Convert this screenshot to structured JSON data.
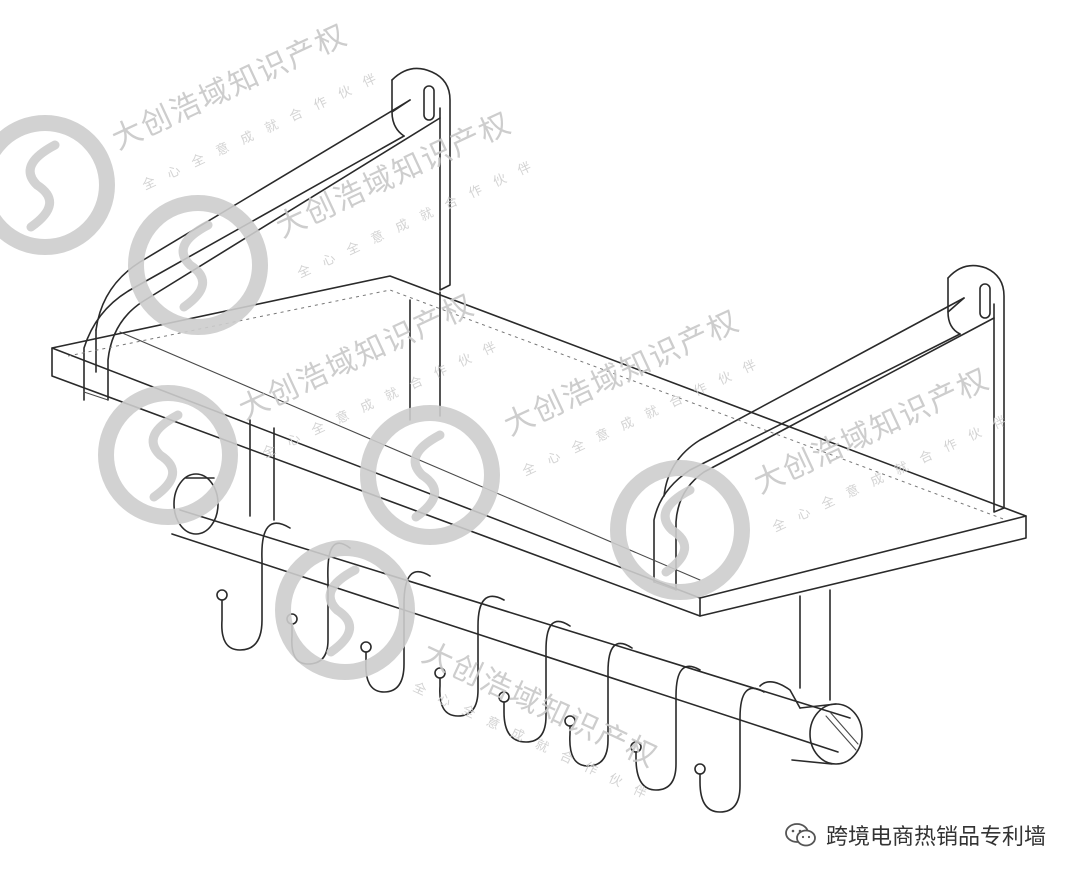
{
  "watermark": {
    "text": "大创浩域知识产权",
    "subtext": "全心全意成就合作伙伴"
  },
  "brand": {
    "icon": "wechat-icon",
    "label": "跨境电商热销品专利墙"
  },
  "colors": {
    "line": "#2a2a2a",
    "watermark": "#cdcdcd",
    "background": "#ffffff"
  }
}
